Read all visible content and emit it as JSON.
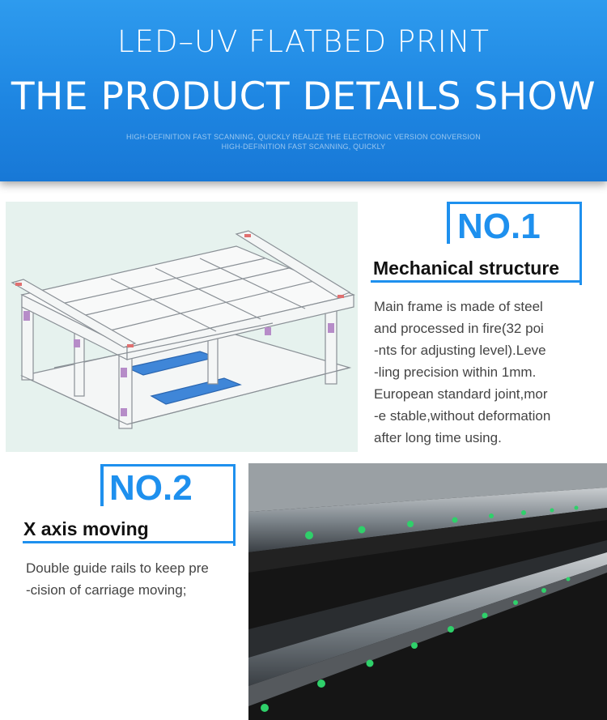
{
  "header": {
    "line1": "LED–UV FLATBED PRINT",
    "line2": "THE PRODUCT DETAILS SHOW",
    "sub1": "HIGH-DEFINITION FAST SCANNING, QUICKLY REALIZE THE ELECTRONIC VERSION CONVERSION",
    "sub2": "HIGH-DEFINITION FAST SCANNING, QUICKLY"
  },
  "section1": {
    "number": "NO.1",
    "title": "Mechanical structure",
    "lines": [
      "Main frame is made of steel",
      "and processed in fire(32 poi",
      "-nts for adjusting level).Leve",
      "-ling precision within 1mm.",
      "European standard joint,mor",
      "-e stable,without deformation",
      "after long time using."
    ]
  },
  "section2": {
    "number": "NO.2",
    "title": "X axis moving",
    "lines": [
      "Double guide rails to keep pre",
      "-cision of carriage moving;"
    ]
  },
  "colors": {
    "accent": "#1e90ee",
    "banner": "#1e86e2"
  }
}
